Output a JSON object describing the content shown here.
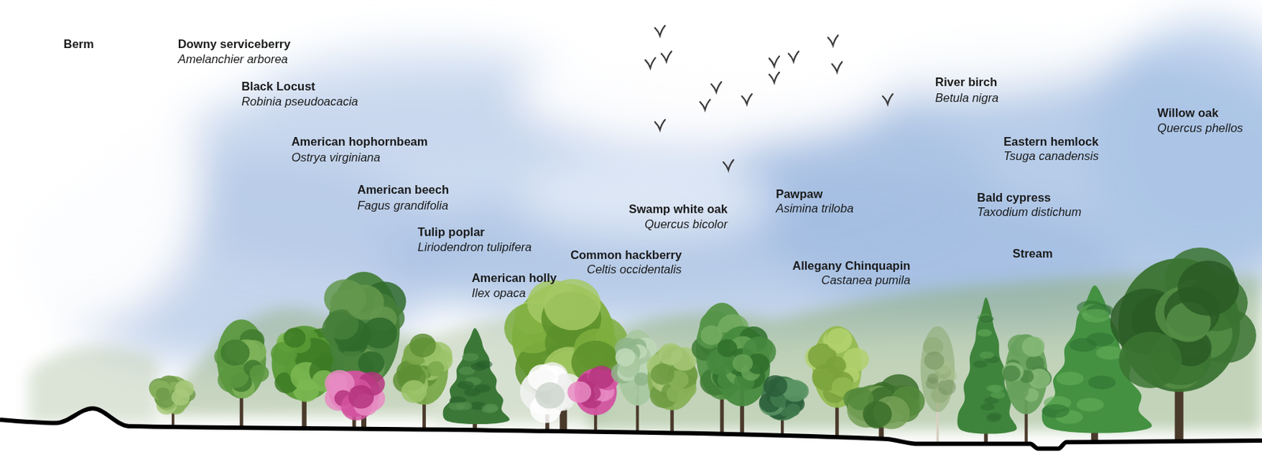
{
  "diagram": {
    "labels": [
      "Berm",
      "Downy serviceberry",
      "Amelanchier arborea",
      "Black Locust",
      "Robinia pseudoacacia",
      "American hophornbeam",
      "Ostrya virginiana",
      "American beech",
      "Fagus grandifolia",
      "Tulip poplar",
      "Liriodendron tulipifera",
      "American holly",
      "Ilex opaca",
      "Common hackberry",
      "Celtis occidentalis",
      "Swamp white oak",
      "Quercus bicolor",
      "Pawpaw",
      "Asimina triloba",
      "Allegany Chinquapin",
      "Castanea pumila",
      "River birch",
      "Betula nigra",
      "Eastern hemlock",
      "Tsuga canadensis",
      "Bald cypress",
      "Taxodium distichum",
      "Stream",
      "Willow oak",
      "Quercus phellos"
    ]
  }
}
